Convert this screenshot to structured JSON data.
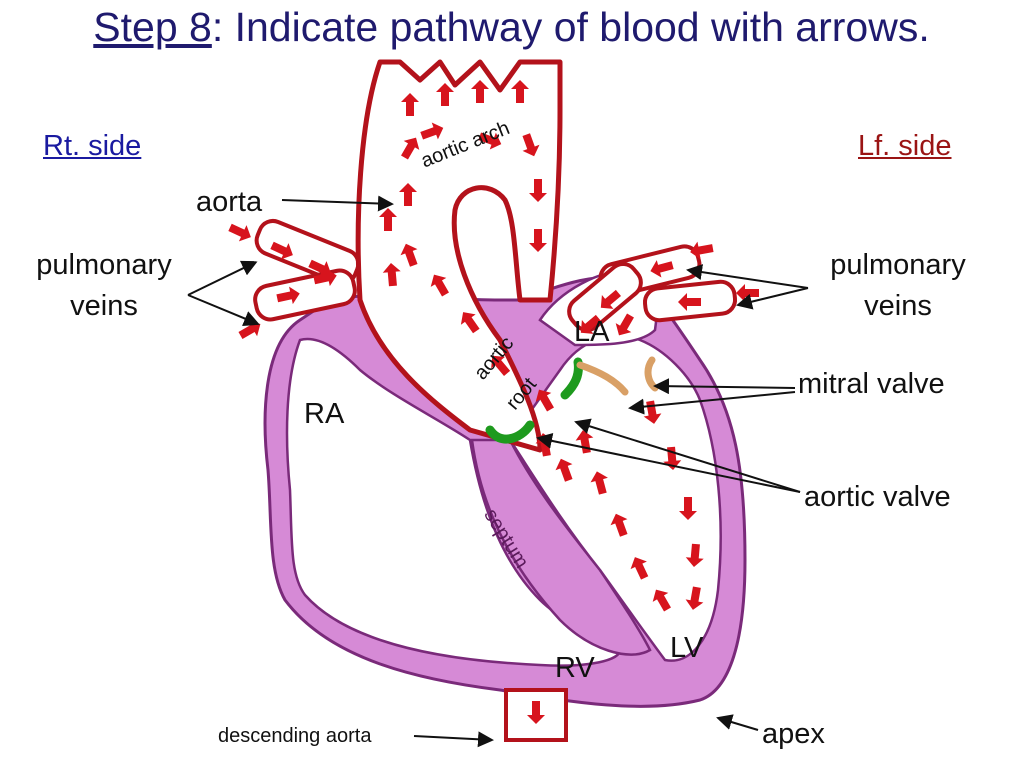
{
  "title": {
    "link": "Step 8",
    "rest": ": Indicate pathway of blood with arrows."
  },
  "sides": {
    "right": "Rt. side",
    "left": "Lf. side"
  },
  "labels": {
    "aorta": "aorta",
    "pulmonary_veins_left_1": "pulmonary",
    "pulmonary_veins_left_2": "veins",
    "pulmonary_veins_right_1": "pulmonary",
    "pulmonary_veins_right_2": "veins",
    "mitral_valve": "mitral valve",
    "aortic_valve": "aortic valve",
    "descending_aorta": "descending aorta",
    "apex": "apex",
    "ra": "RA",
    "la": "LA",
    "rv": "RV",
    "lv": "LV",
    "aortic_arch": "aortic arch",
    "aortic_root_1": "aortic",
    "aortic_root_2": "root",
    "septum": "septum"
  },
  "colors": {
    "title": "#1f1a6e",
    "rt_side": "#1a1aa0",
    "lf_side": "#9a1414",
    "vessel_outline": "#b3121b",
    "arrow": "#d7141d",
    "chamber_wall": "#d68ad6",
    "valve_aortic": "#1e9a1e",
    "valve_mitral": "#d9a066"
  }
}
